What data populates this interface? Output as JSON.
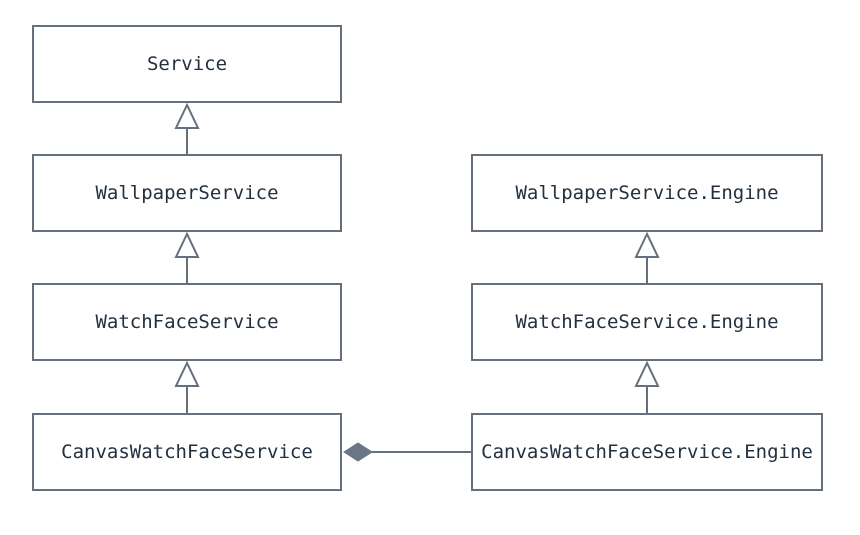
{
  "diagram": {
    "type": "uml-class-diagram",
    "nodes": [
      {
        "id": "service",
        "label": "Service"
      },
      {
        "id": "wallpaper-service",
        "label": "WallpaperService"
      },
      {
        "id": "watch-face-service",
        "label": "WatchFaceService"
      },
      {
        "id": "canvas-watch-face-service",
        "label": "CanvasWatchFaceService"
      },
      {
        "id": "wallpaper-service-engine",
        "label": "WallpaperService.Engine"
      },
      {
        "id": "watch-face-service-engine",
        "label": "WatchFaceService.Engine"
      },
      {
        "id": "canvas-watch-face-service-engine",
        "label": "CanvasWatchFaceService.Engine"
      }
    ],
    "edges": [
      {
        "from": "WallpaperService",
        "to": "Service",
        "type": "generalization"
      },
      {
        "from": "WatchFaceService",
        "to": "WallpaperService",
        "type": "generalization"
      },
      {
        "from": "CanvasWatchFaceService",
        "to": "WatchFaceService",
        "type": "generalization"
      },
      {
        "from": "WatchFaceService.Engine",
        "to": "WallpaperService.Engine",
        "type": "generalization"
      },
      {
        "from": "CanvasWatchFaceService.Engine",
        "to": "WatchFaceService.Engine",
        "type": "generalization"
      },
      {
        "from": "CanvasWatchFaceService",
        "to": "CanvasWatchFaceService.Engine",
        "type": "composition"
      }
    ],
    "colors": {
      "line": "#64707e",
      "text": "#22303f",
      "box_fill": "#ffffff",
      "diamond_fill": "#6b7684",
      "background": "#ffffff"
    }
  }
}
